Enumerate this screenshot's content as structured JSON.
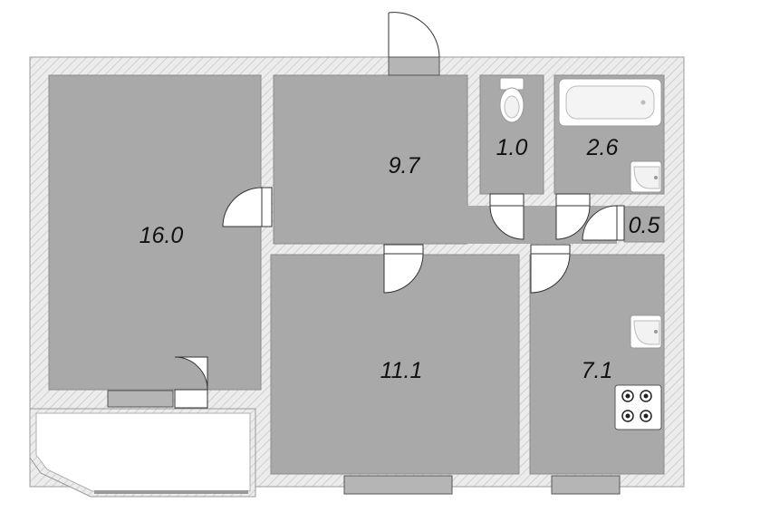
{
  "colors": {
    "wall_fill": "#ececec",
    "wall_hatch": "#bdbdbd",
    "room_fill": "#a9a9a9",
    "window_fill": "#b5b5b5",
    "fixture_fill": "#ffffff"
  },
  "rooms": [
    {
      "id": "room-large-left",
      "area": "16.0"
    },
    {
      "id": "room-hall",
      "area": "9.7"
    },
    {
      "id": "room-toilet",
      "area": "1.0"
    },
    {
      "id": "room-bathroom",
      "area": "2.6"
    },
    {
      "id": "room-closet",
      "area": "0.5"
    },
    {
      "id": "room-middle",
      "area": "11.1"
    },
    {
      "id": "room-kitchen",
      "area": "7.1"
    }
  ],
  "fixtures": [
    "toilet-icon",
    "bathtub-icon",
    "sink-icon",
    "kitchen-sink-icon",
    "stove-icon"
  ]
}
